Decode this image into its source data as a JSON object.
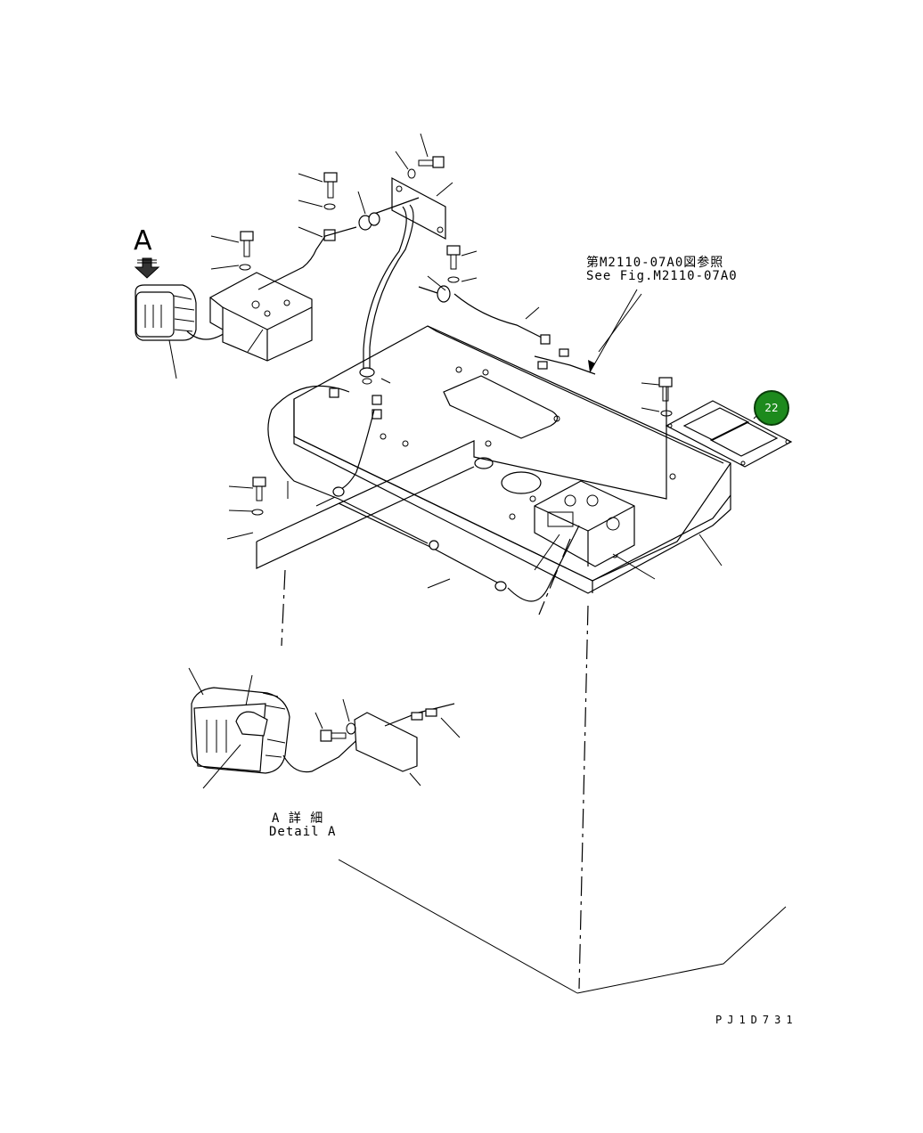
{
  "view_label": "A",
  "ref_note": {
    "jp": "第M2110-07A0図参照",
    "en": "See Fig.M2110-07A0"
  },
  "detail_label": {
    "jp": "A 詳 細",
    "en": "Detail A"
  },
  "callouts": [
    {
      "number": "22",
      "color": "#1d8a1d"
    }
  ],
  "drawing_id": "PJ1D731"
}
